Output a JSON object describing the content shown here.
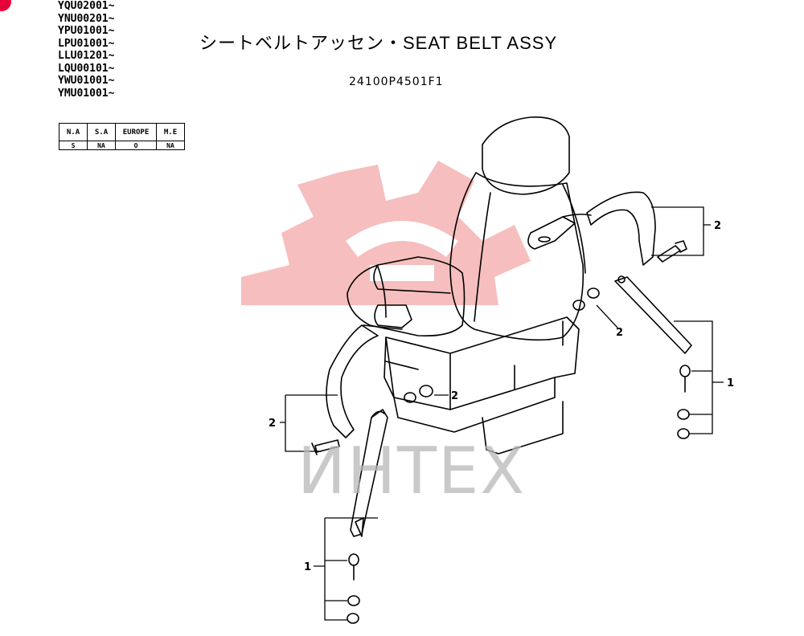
{
  "serial_ranges": [
    "YQU02001~",
    "YNU00201~",
    "YPU01001~",
    "LPU01001~",
    "LLU01201~",
    "LQU00101~",
    "YWU01001~",
    "YMU01001~"
  ],
  "market_table": {
    "headers": [
      "N.A",
      "S.A",
      "EUROPE",
      "M.E"
    ],
    "values": [
      "S",
      "NA",
      "O",
      "NA"
    ]
  },
  "title": "シートベルトアッセン・SEAT BELT ASSY",
  "part_number": "24100P4501F1",
  "watermark": "ИНТЕХ",
  "callouts": {
    "upper_right_bracket": "2",
    "upper_right_nut": "2",
    "right_group": "1",
    "center_nut": "2",
    "left_bracket": "2",
    "bottom_group": "1"
  },
  "colors": {
    "watermark_red": "#f5b3b3",
    "corner_mark": "#e8003a"
  }
}
